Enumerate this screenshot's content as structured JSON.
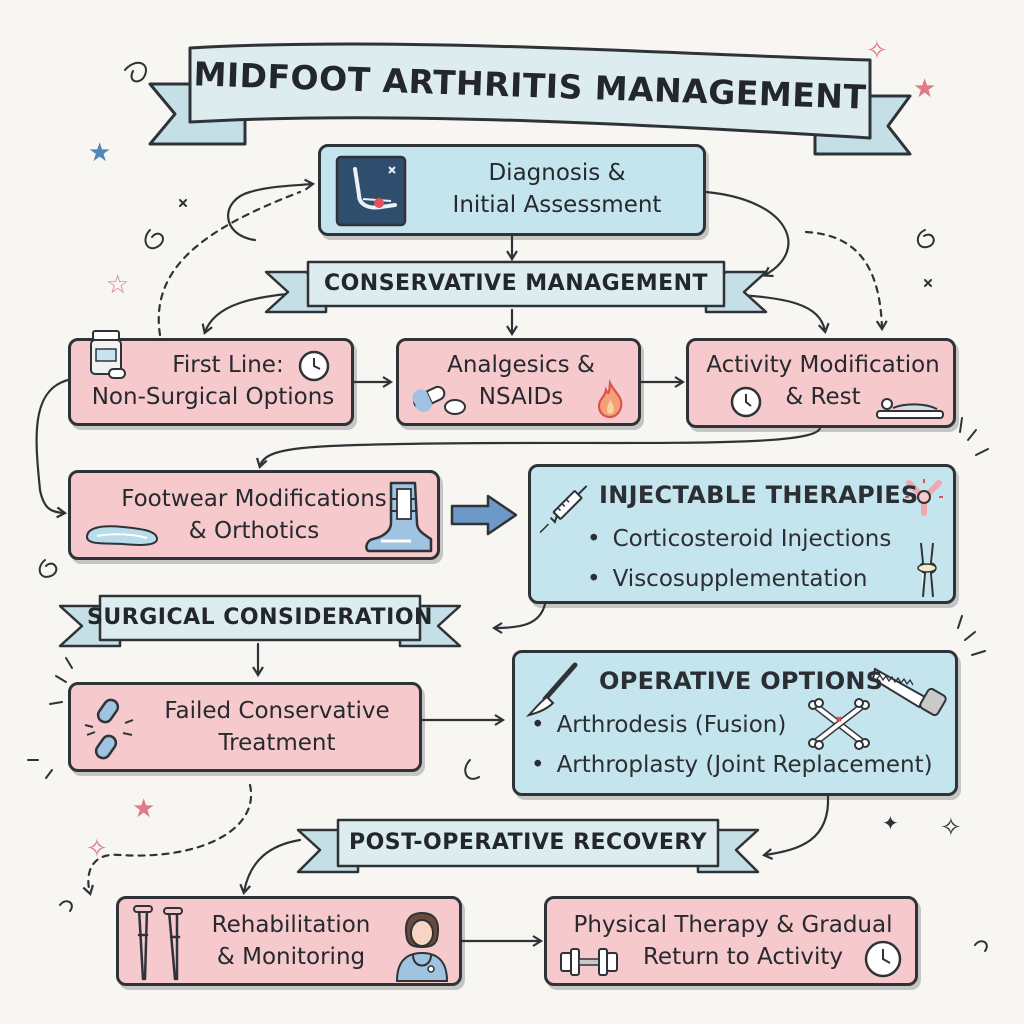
{
  "title": "MIDFOOT ARTHRITIS MANAGEMENT",
  "sections": {
    "conservative": "CONSERVATIVE MANAGEMENT",
    "surgical": "SURGICAL CONSIDERATION",
    "postop": "POST-OPERATIVE RECOVERY"
  },
  "nodes": {
    "diagnosis": {
      "line1": "Diagnosis &",
      "line2": "Initial Assessment"
    },
    "first_line": {
      "line1": "First Line:",
      "line2": "Non-Surgical Options"
    },
    "analgesics": {
      "line1": "Analgesics &",
      "line2": "NSAIDs"
    },
    "activity": {
      "line1": "Activity Modification",
      "line2": "& Rest"
    },
    "footwear": {
      "line1": "Footwear Modifications",
      "line2": "& Orthotics"
    },
    "injectable": {
      "title": "INJECTABLE THERAPIES",
      "items": [
        "Corticosteroid Injections",
        "Viscosupplementation"
      ]
    },
    "failed": {
      "line1": "Failed Conservative",
      "line2": "Treatment"
    },
    "operative": {
      "title": "OPERATIVE OPTIONS",
      "items": [
        "Arthrodesis (Fusion)",
        "Arthroplasty (Joint Replacement)"
      ]
    },
    "rehab": {
      "line1": "Rehabilitation",
      "line2": "& Monitoring"
    },
    "pt": {
      "line1": "Physical Therapy & Gradual",
      "line2": "Return to Activity"
    }
  },
  "colors": {
    "pink_box": "#f6c9cc",
    "blue_box": "#c5e5ee",
    "ribbon": "#dcecef",
    "outline": "#2f3338",
    "star_pink": "#e07a86",
    "star_blue": "#4f87b7"
  },
  "icons": {
    "diagnosis": "xray-foot-icon",
    "first_line": "pill-bottle-icon",
    "first_line_clock": "clock-icon",
    "analgesics": "capsule-pills-icon",
    "analgesics_flame": "flame-icon",
    "activity_clock": "clock-icon",
    "activity_rest": "resting-person-icon",
    "footwear_insole": "insole-icon",
    "footwear_brace": "ankle-brace-icon",
    "injectable_syringe": "syringe-icon",
    "injectable_joint": "joint-icon",
    "injectable_knee": "knee-joint-icon",
    "failed": "broken-chain-icon",
    "operative_scalpel": "scalpel-icon",
    "operative_saw": "bone-saw-icon",
    "operative_bones": "crossed-bones-icon",
    "rehab_crutches": "crutches-icon",
    "rehab_nurse": "nurse-icon",
    "pt_dumbbell": "dumbbell-icon",
    "pt_clock": "clock-icon"
  }
}
